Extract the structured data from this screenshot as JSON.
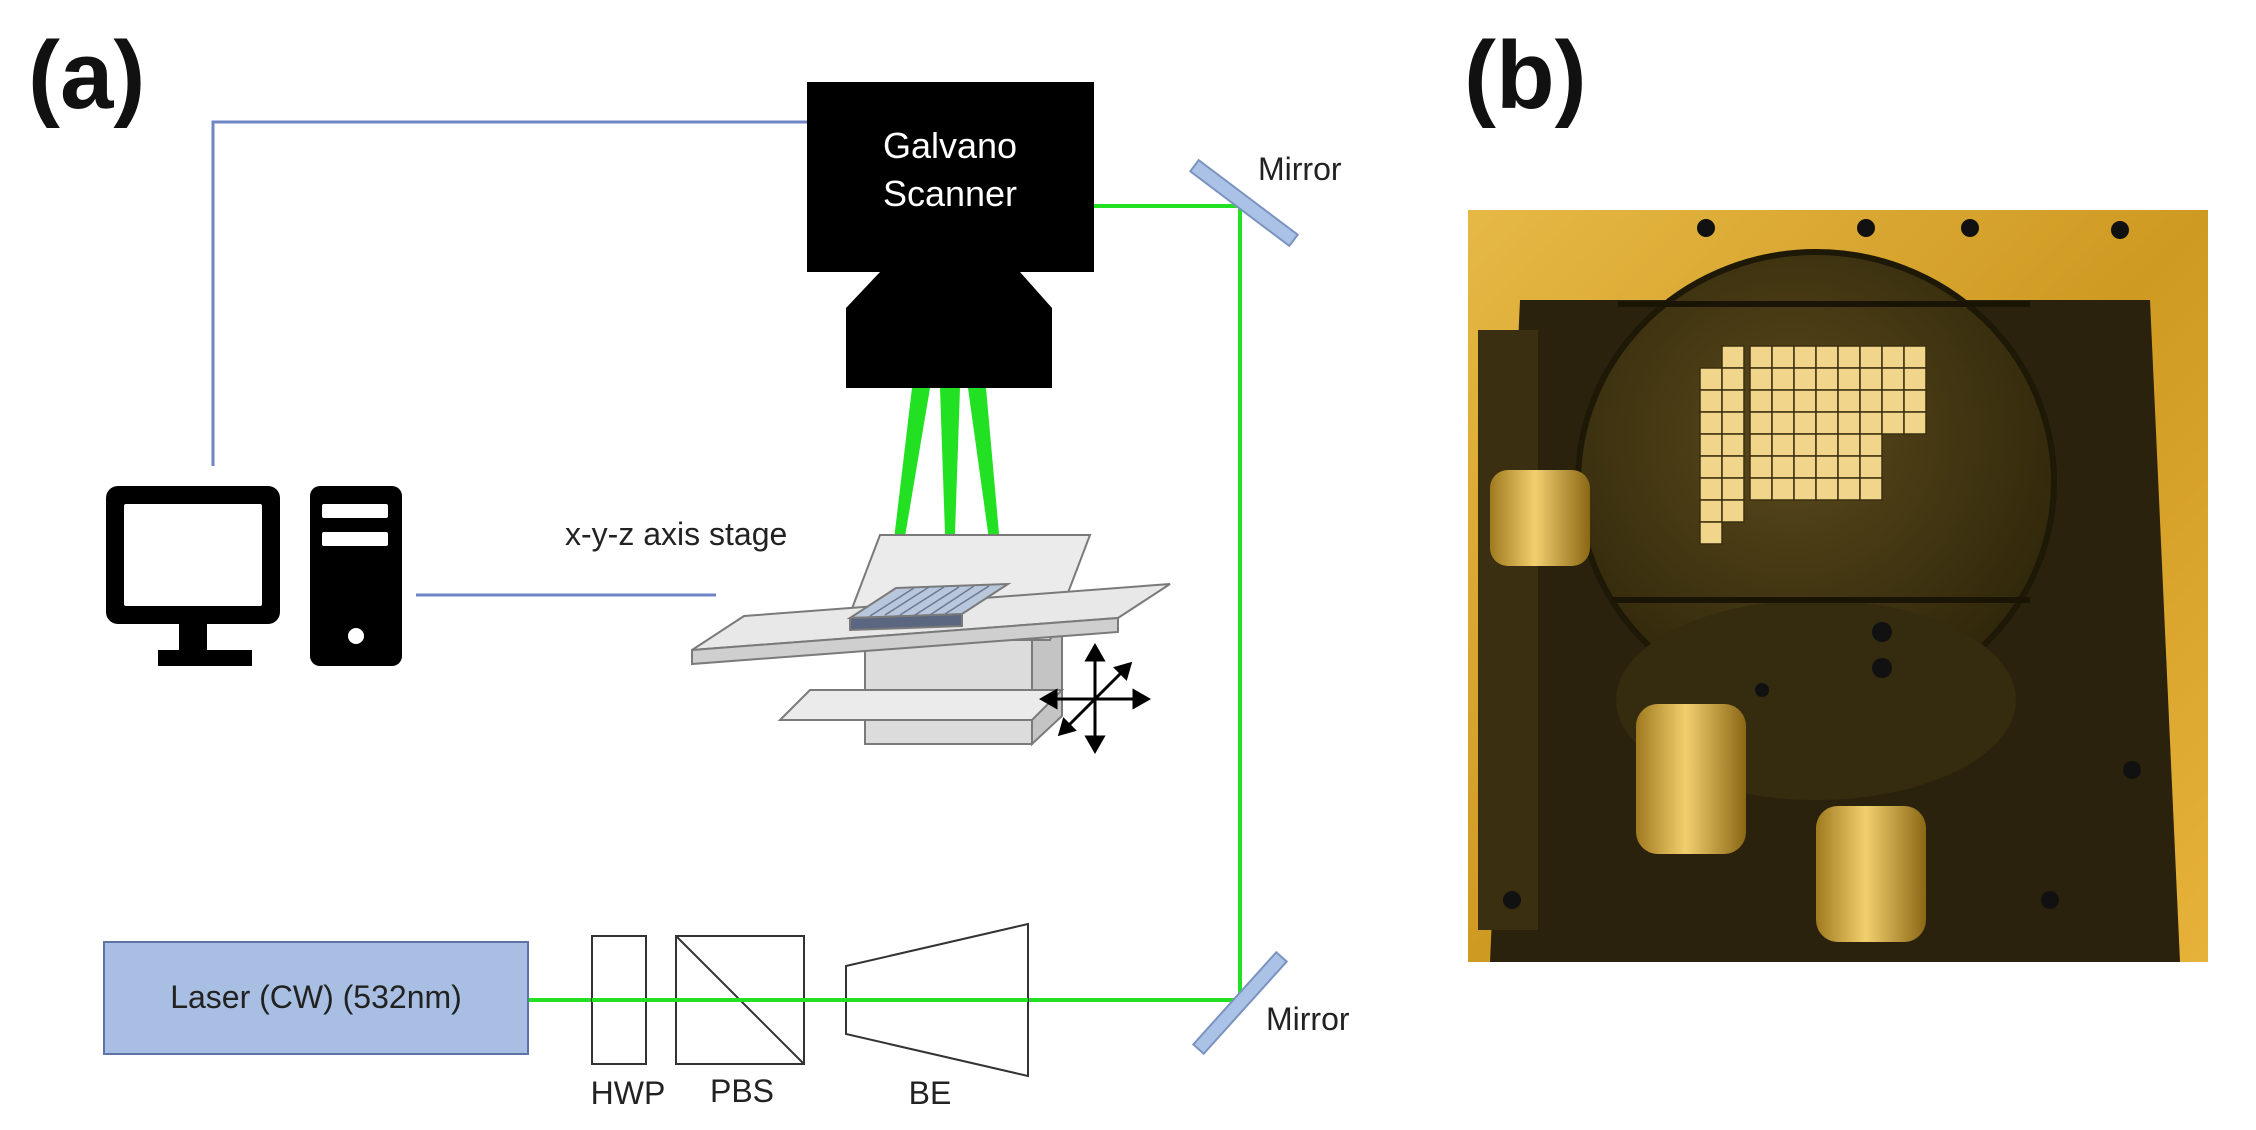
{
  "panel_labels": {
    "a": "(a)",
    "b": "(b)"
  },
  "labels": {
    "galvano_line1": "Galvano",
    "galvano_line2": "Scanner",
    "mirror_top": "Mirror",
    "mirror_bottom": "Mirror",
    "stage": "x-y-z axis stage",
    "laser": "Laser (CW)  (532nm)",
    "hwp": "HWP",
    "pbs": "PBS",
    "be": "BE"
  },
  "icons": {
    "computer": "desktop-computer-icon",
    "axes": "xyz-axes-arrows-icon"
  },
  "colors": {
    "laser_beam": "#22e022",
    "control_wire": "#6f86c6",
    "laser_box": "#a8bfe3",
    "scanner_body": "#000000",
    "mirror": "#a9c2e6",
    "photo_background": "#d9a62a"
  }
}
